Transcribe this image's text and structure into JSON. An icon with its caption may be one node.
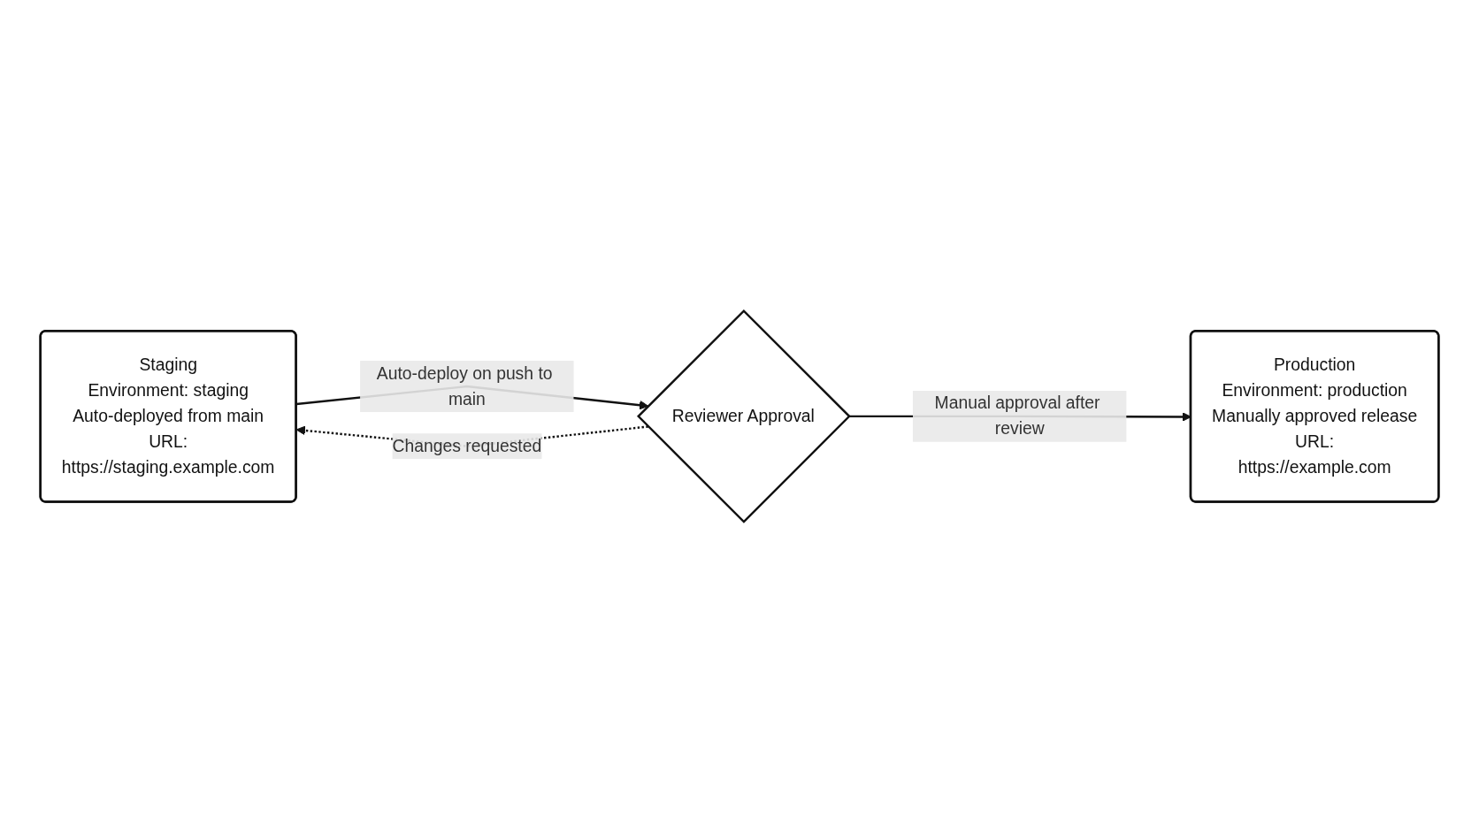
{
  "diagram": {
    "nodes": [
      {
        "text": [
          "Staging",
          "Environment: staging",
          "Auto-deployed from main",
          "URL:",
          "https://staging.example.com"
        ]
      },
      {
        "text": [
          "Reviewer Approval"
        ]
      },
      {
        "text": [
          "Production",
          "Environment: production",
          "Manually approved release",
          "URL:",
          "https://example.com"
        ]
      }
    ],
    "edges": [
      {
        "from": 0,
        "to": 1,
        "arrow": "to",
        "label": "Auto-deploy on push to main"
      },
      {
        "from": 1,
        "to": 2,
        "arrow": "to",
        "label": "Manual approval after review"
      },
      {
        "from": 1,
        "to": 0,
        "arrow": "to",
        "label": "Changes requested",
        "style": "dashed"
      }
    ]
  }
}
